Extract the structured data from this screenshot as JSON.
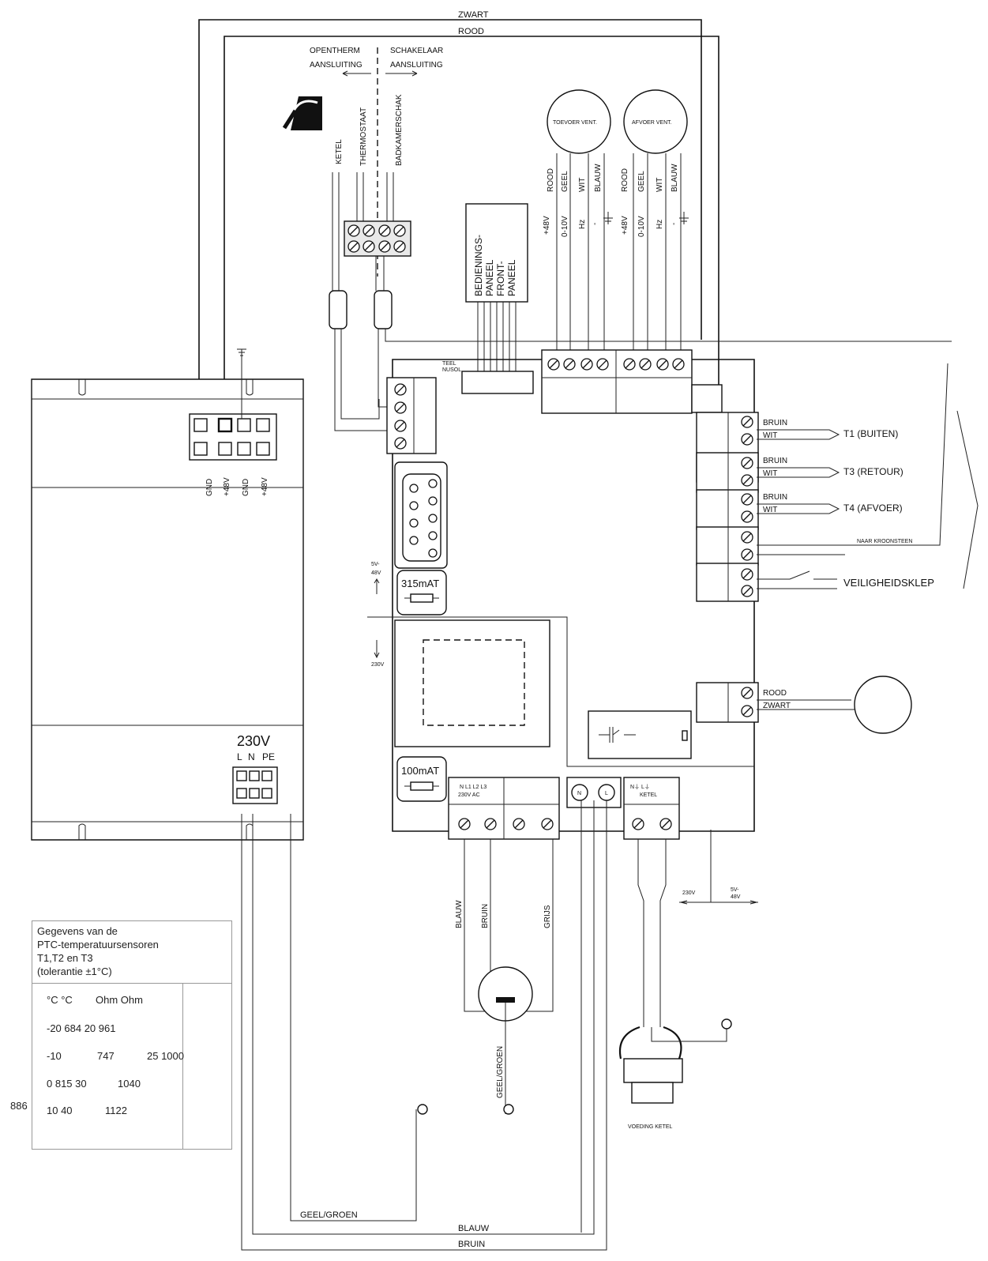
{
  "wires_top": {
    "zwart": "ZWART",
    "rood": "ROOD"
  },
  "connections": {
    "opentherm_line1": "OPENTHERM",
    "opentherm_line2": "AANSLUITING",
    "schakelaar_line1": "SCHAKELAAR",
    "schakelaar_line2": "AANSLUITING",
    "ketel": "KETEL",
    "thermostaat": "THERMOSTAAT",
    "badkamerschak": "BADKAMERSCHAK"
  },
  "panel": {
    "line1": "BEDIENINGS-",
    "line2": "PANEEL",
    "line3": "FRONT-",
    "line4": "PANEEL"
  },
  "fans": {
    "supply": {
      "name": "TOEVOER VENT.",
      "wires": [
        "ROOD",
        "GEEL",
        "WIT",
        "BLAUW"
      ],
      "signals": [
        "+48V",
        "0-10V",
        "Hz",
        "-"
      ]
    },
    "exhaust": {
      "name": "AFVOER VENT.",
      "wires": [
        "ROOD",
        "GEEL",
        "WIT",
        "BLAUW"
      ],
      "signals": [
        "+48V",
        "0-10V",
        "Hz",
        "-"
      ]
    }
  },
  "psu": {
    "pins_top": [
      "GND",
      "+48V",
      "GND",
      "+48V"
    ],
    "mains": "230V",
    "mains_pins": [
      "L",
      "N",
      "PE"
    ]
  },
  "sensors": [
    {
      "wire1": "BRUIN",
      "wire2": "WIT",
      "label": "T1 (BUITEN)"
    },
    {
      "wire1": "BRUIN",
      "wire2": "WIT",
      "label": "T3 (RETOUR)"
    },
    {
      "wire1": "BRUIN",
      "wire2": "WIT",
      "label": "T4 (AFVOER)"
    }
  ],
  "kroonsteen": "NAAR KROONSTEEN",
  "safety_valve": "VEILIGHEIDSKLEP",
  "bypass": {
    "wire1": "ROOD",
    "wire2": "ZWART"
  },
  "fuses": {
    "f1": "315mAT",
    "f2": "100mAT"
  },
  "voltage_marks": {
    "v1": "5V-",
    "v2": "48V",
    "v3": "230V"
  },
  "mains_terminal": {
    "label": "230V AC",
    "pins": "N   L1 L2 L3"
  },
  "nl_markers": {
    "n": "N",
    "l": "L"
  },
  "ketel_terminal": {
    "label": "KETEL",
    "pins": "N⏚    L⏚"
  },
  "bottom_wires": {
    "blauw": "BLAUW",
    "bruin": "BRUIN",
    "grijs": "GRIJS",
    "geel_groen": "GEEL/GROEN",
    "geel_groen_bottom": "GEEL/GROEN",
    "blauw_bottom": "BLAUW",
    "bruin_bottom": "BRUIN"
  },
  "voeding_ketel": "VOEDING KETEL",
  "ptc_table": {
    "caption": [
      "Gegevens van de",
      "PTC-temperatuursensoren",
      "T1,T2 en T3",
      "(tolerantie ±1°C)"
    ],
    "header_c": "°C °C",
    "header_ohm": "Ohm Ohm",
    "rows": [
      [
        "-20 684 20 961",
        "",
        ""
      ],
      [
        "-10",
        "747",
        "25 1000"
      ],
      [
        "0 815 30",
        "1040",
        ""
      ],
      [
        "10 40",
        "1122",
        ""
      ]
    ],
    "stray": "886"
  }
}
